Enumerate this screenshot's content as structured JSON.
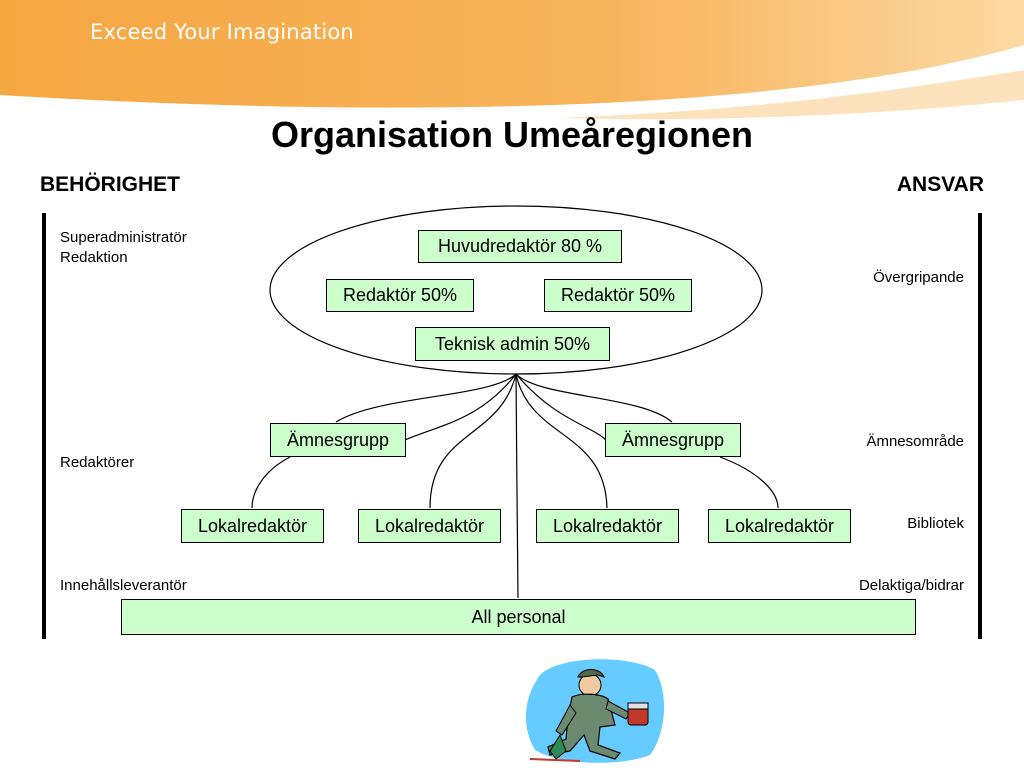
{
  "header": {
    "tagline": "Exceed Your Imagination",
    "colors": {
      "orange": "#f4a33a",
      "light_orange": "#fbd9a6",
      "box_fill": "#ccffcc"
    }
  },
  "title": "Organisation Umeåregionen",
  "columns": {
    "left": "BEHÖRIGHET",
    "right": "ANSVAR"
  },
  "left_labels": {
    "super_admin": "Superadministratör",
    "redaktion": "Redaktion",
    "redaktorer": "Redaktörer",
    "innehall": "Innehållsleverantör"
  },
  "right_labels": {
    "overgripande": "Övergripande",
    "amnesomrade": "Ämnesområde",
    "bibliotek": "Bibliotek",
    "delaktiga": "Delaktiga/bidrar"
  },
  "nodes": {
    "huvudredaktor": "Huvudredaktör 80 %",
    "redaktor_1": "Redaktör 50%",
    "redaktor_2": "Redaktör 50%",
    "teknisk_admin": "Teknisk admin 50%",
    "amnesgrupp_1": "Ämnesgrupp",
    "amnesgrupp_2": "Ämnesgrupp",
    "lokalredaktor_1": "Lokalredaktör",
    "lokalredaktor_2": "Lokalredaktör",
    "lokalredaktor_3": "Lokalredaktör",
    "lokalredaktor_4": "Lokalredaktör",
    "all_personal": "All personal"
  },
  "clipart": {
    "icon": "painter-clipart"
  }
}
